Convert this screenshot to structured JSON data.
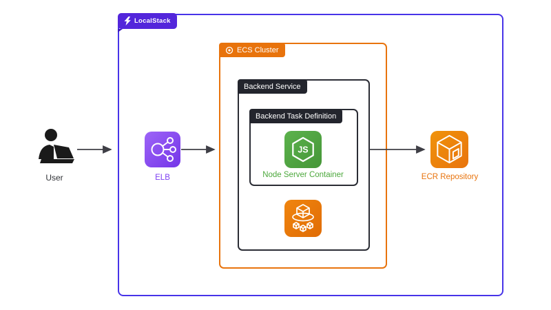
{
  "diagram": {
    "localstack": {
      "label": "LocalStack"
    },
    "ecs_cluster": {
      "label": "ECS Cluster"
    },
    "backend_service": {
      "label": "Backend Service"
    },
    "task_definition": {
      "label": "Backend Task Definition"
    },
    "node_container": {
      "label": "Node Server Container",
      "icon_text": "JS"
    },
    "elb": {
      "label": "ELB"
    },
    "ecr": {
      "label": "ECR Repository"
    },
    "user": {
      "label": "User"
    }
  },
  "colors": {
    "localstack_border": "#4733E8",
    "localstack_tab": "#5326DB",
    "aws_orange": "#E8730C",
    "node_green": "#4CA83C",
    "elb_purple": "#7E3FF2",
    "dark_tab": "#23252D",
    "arrow": "#3F3F46"
  }
}
